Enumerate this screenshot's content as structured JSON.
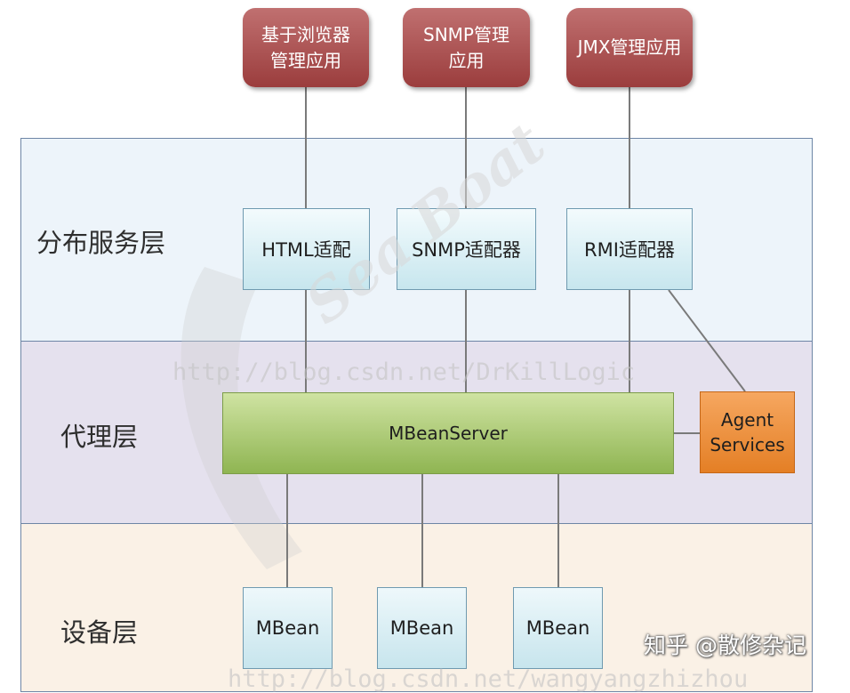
{
  "clients": [
    {
      "label": "基于浏览器管理应用"
    },
    {
      "label": "SNMP管理应用"
    },
    {
      "label": "JMX管理应用"
    }
  ],
  "layers": [
    {
      "label": "分布服务层",
      "color": "#edf4fa"
    },
    {
      "label": "代理层",
      "color": "#e5e1ee"
    },
    {
      "label": "设备层",
      "color": "#faf1e6"
    }
  ],
  "adapters": [
    {
      "label": "HTML适配"
    },
    {
      "label": "SNMP适配器"
    },
    {
      "label": "RMI适配器"
    }
  ],
  "mbeanserver": {
    "label": "MBeanServer"
  },
  "agent_services": {
    "label": "Agent Services"
  },
  "mbeans": [
    {
      "label": "MBean"
    },
    {
      "label": "MBean"
    },
    {
      "label": "MBean"
    }
  ],
  "watermarks": {
    "csdn_1": "http://blog.csdn.net/DrKillLogic",
    "csdn_2": "http://blog.csdn.net/wangyangzhizhou",
    "logo_text": "Sea Boat",
    "zhihu": "知乎 @散修杂记"
  },
  "colors": {
    "client_fill": "#9b3d3d",
    "adapter_fill": "#c7e6ee",
    "mbeanserver_fill": "#8fb552",
    "agent_fill": "#e47f25",
    "connector": "#7a7a7a"
  }
}
